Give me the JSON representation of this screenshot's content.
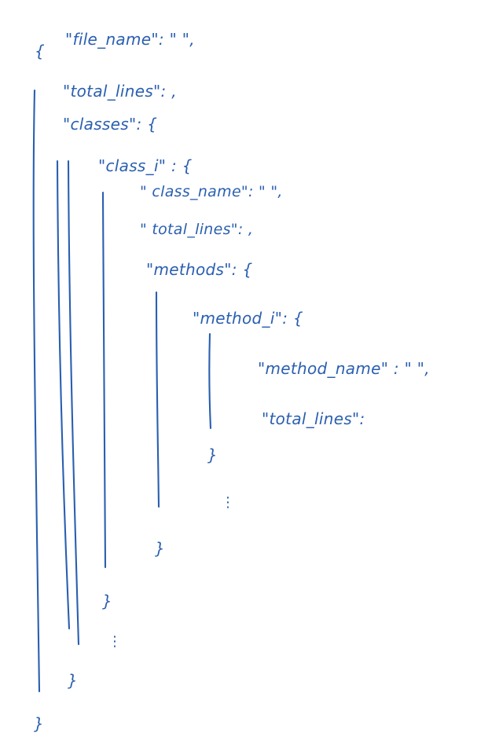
{
  "json_schema_sketch": {
    "root_open": "{",
    "root_close": "}",
    "file_name_line": "\"file_name\": \"     \",",
    "file_total_lines_line": "\"total_lines\":       ,",
    "classes_line": "\"classes\": {",
    "class_i_line": "\"class_i\" : {",
    "class_name_line": "\" class_name\": \"   \",",
    "class_total_lines_line": "\" total_lines\":      ,",
    "methods_line": "\"methods\": {",
    "method_i_line": "\"method_i\": {",
    "method_name_line": "\"method_name\" : \"    \",",
    "method_total_lines_line": "\"total_lines\":",
    "method_i_close": "}",
    "methods_close": "}",
    "class_i_close": "}",
    "classes_close": "}",
    "ellipsis": "⋮"
  },
  "colors": {
    "ink": "#2a5fb0",
    "background": "#ffffff"
  }
}
